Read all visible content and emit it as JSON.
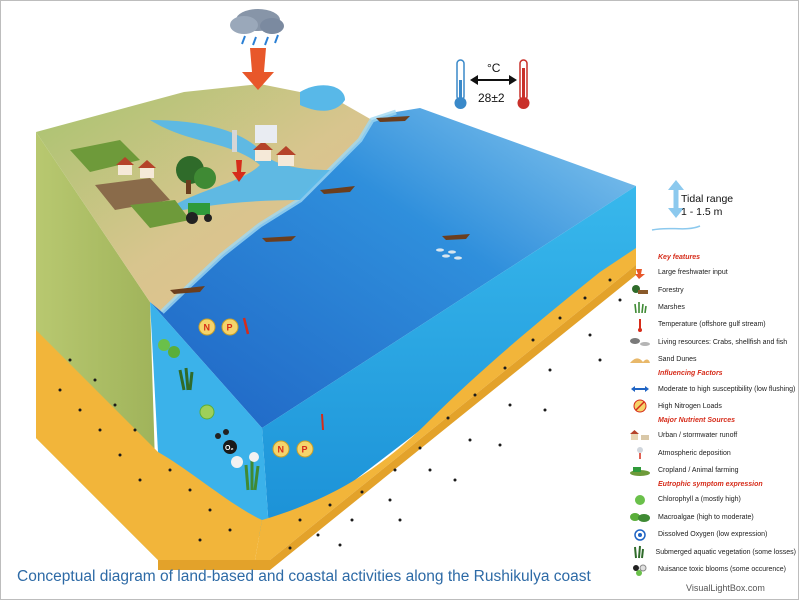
{
  "temperature": {
    "unit": "°C",
    "value": "28±2"
  },
  "tidal": {
    "line1": "Tidal range",
    "line2": "1 - 1.5 m"
  },
  "labels": {
    "nitrogen": "N",
    "phosphorus": "P",
    "oxygen": "O₂"
  },
  "legend": {
    "key_features": {
      "heading": "Key features",
      "items": [
        {
          "icon": "freshwater-input-icon",
          "label": "Large freshwater input"
        },
        {
          "icon": "forestry-icon",
          "label": "Forestry"
        },
        {
          "icon": "marshes-icon",
          "label": "Marshes"
        },
        {
          "icon": "temperature-icon",
          "label": "Temperature (offshore gulf stream)"
        },
        {
          "icon": "living-resources-icon",
          "label": "Living resources: Crabs, shellfish and fish"
        },
        {
          "icon": "sand-dunes-icon",
          "label": "Sand Dunes"
        }
      ]
    },
    "influencing_factors": {
      "heading": "Influencing Factors",
      "items": [
        {
          "icon": "flushing-arrow-icon",
          "label": "Moderate to high susceptibility (low flushing)"
        },
        {
          "icon": "nitrogen-load-icon",
          "label": "High Nitrogen Loads"
        }
      ]
    },
    "nutrient_sources": {
      "heading": "Major Nutrient Sources",
      "items": [
        {
          "icon": "urban-runoff-icon",
          "label": "Urban / stormwater runoff"
        },
        {
          "icon": "atmospheric-deposition-icon",
          "label": "Atmospheric deposition"
        },
        {
          "icon": "cropland-icon",
          "label": "Cropland / Animal farming"
        }
      ]
    },
    "eutrophic_symptoms": {
      "heading": "Eutrophic symptom expression",
      "items": [
        {
          "icon": "chlorophyll-icon",
          "label": "Chlorophyll a (mostly high)"
        },
        {
          "icon": "macroalgae-icon",
          "label": "Macroalgae (high to moderate)"
        },
        {
          "icon": "dissolved-oxygen-icon",
          "label": "Dissolved Oxygen (low expression)"
        },
        {
          "icon": "aquatic-vegetation-icon",
          "label": "Submerged aquatic vegetation (some losses)"
        },
        {
          "icon": "toxic-bloom-icon",
          "label": "Nuisance toxic blooms (some occurence)"
        }
      ]
    }
  },
  "caption": "Conceptual diagram of land-based and coastal activities along the Rushikulya coast",
  "watermark": "VisualLightBox.com",
  "colors": {
    "sea_top": "#2b7fd6",
    "sea_side": "#1aa6e2",
    "sand": "#f2b53a",
    "land": "#b9c27a",
    "caption": "#2d6aa6",
    "heading": "#d62c1a"
  }
}
